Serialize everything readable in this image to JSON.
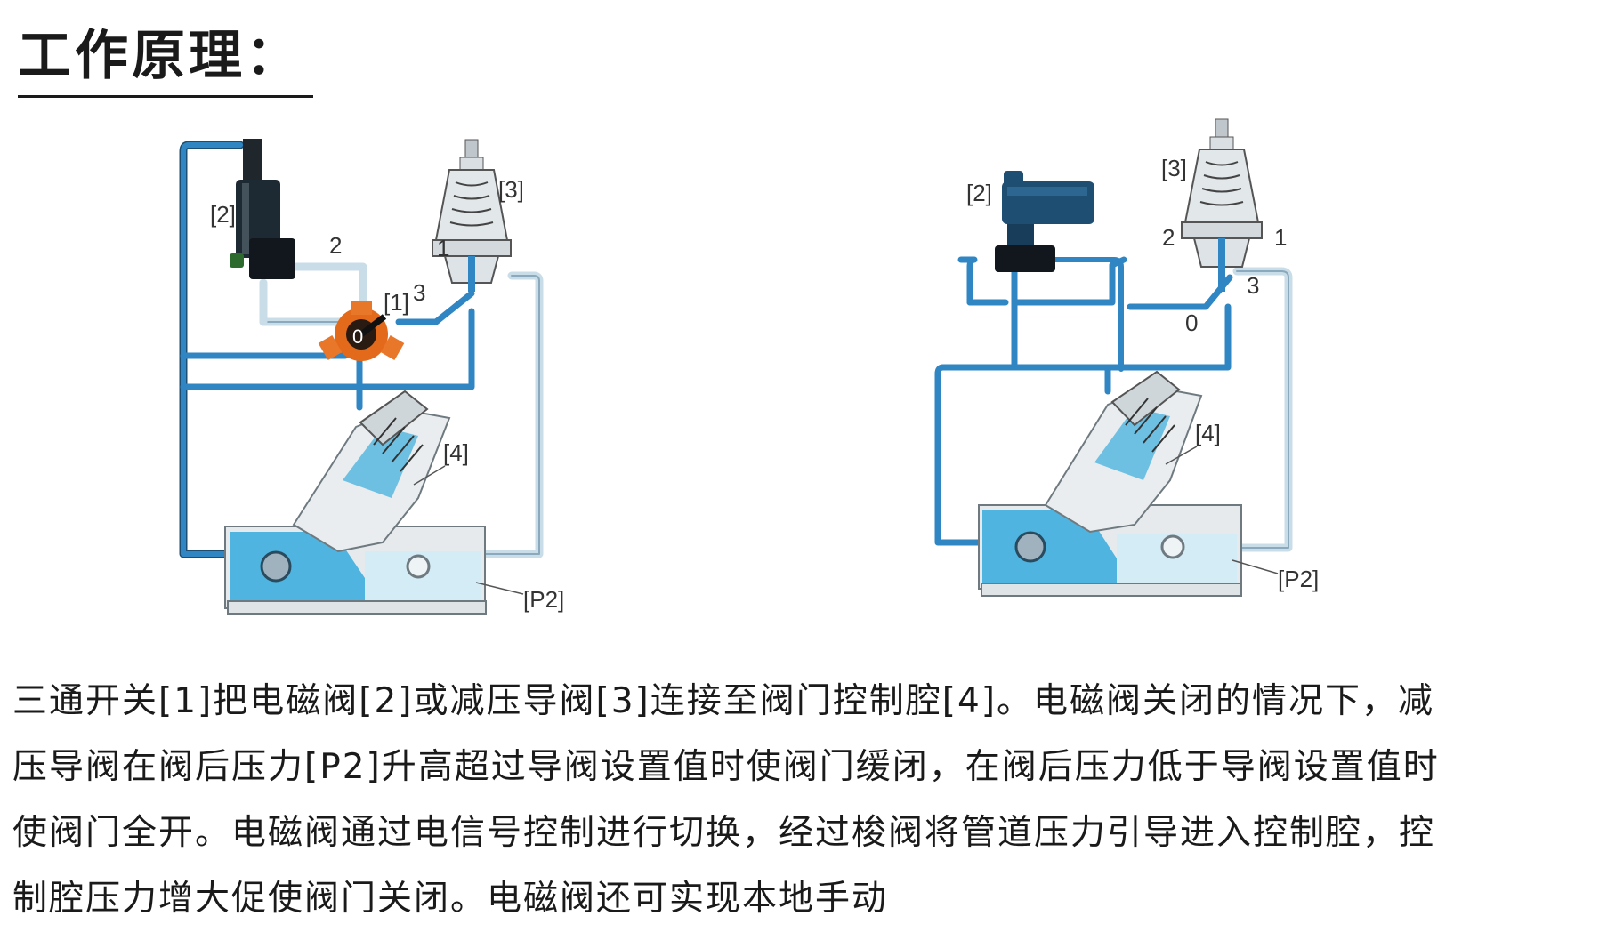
{
  "title": "工作原理：",
  "diagram_left": {
    "labels": {
      "l1": "[1]",
      "l2": "[2]",
      "l3": "[3]",
      "l4": "[4]",
      "p2": "[P2]",
      "n0": "0",
      "n1": "1",
      "n2": "2",
      "n3": "3"
    }
  },
  "diagram_right": {
    "labels": {
      "l2": "[2]",
      "l3": "[3]",
      "l4": "[4]",
      "p2": "[P2]",
      "n0": "0",
      "n1": "1",
      "n2": "2",
      "n3": "3"
    }
  },
  "description_lines": [
    "三通开关[1]把电磁阀[2]或减压导阀[3]连接至阀门控制腔[4]。电磁阀关闭的情况下，减",
    "压导阀在阀后压力[P2]升高超过导阀设置值时使阀门缓闭，在阀后压力低于导阀设置值时",
    "使阀门全开。电磁阀通过电信号控制进行切换，经过梭阀将管道压力引导进入控制腔，控",
    "制腔压力增大促使阀门关闭。电磁阀还可实现本地手动"
  ],
  "colors": {
    "pipe": "#2f86c3",
    "pipe_light": "#c9dde9",
    "water": "#4fb4df",
    "water_light": "#d4ecf6",
    "body": "#e6eaec",
    "solenoid": "#1e2a33",
    "solenoid_right": "#1f4e73",
    "switch": "#e26a1a"
  }
}
